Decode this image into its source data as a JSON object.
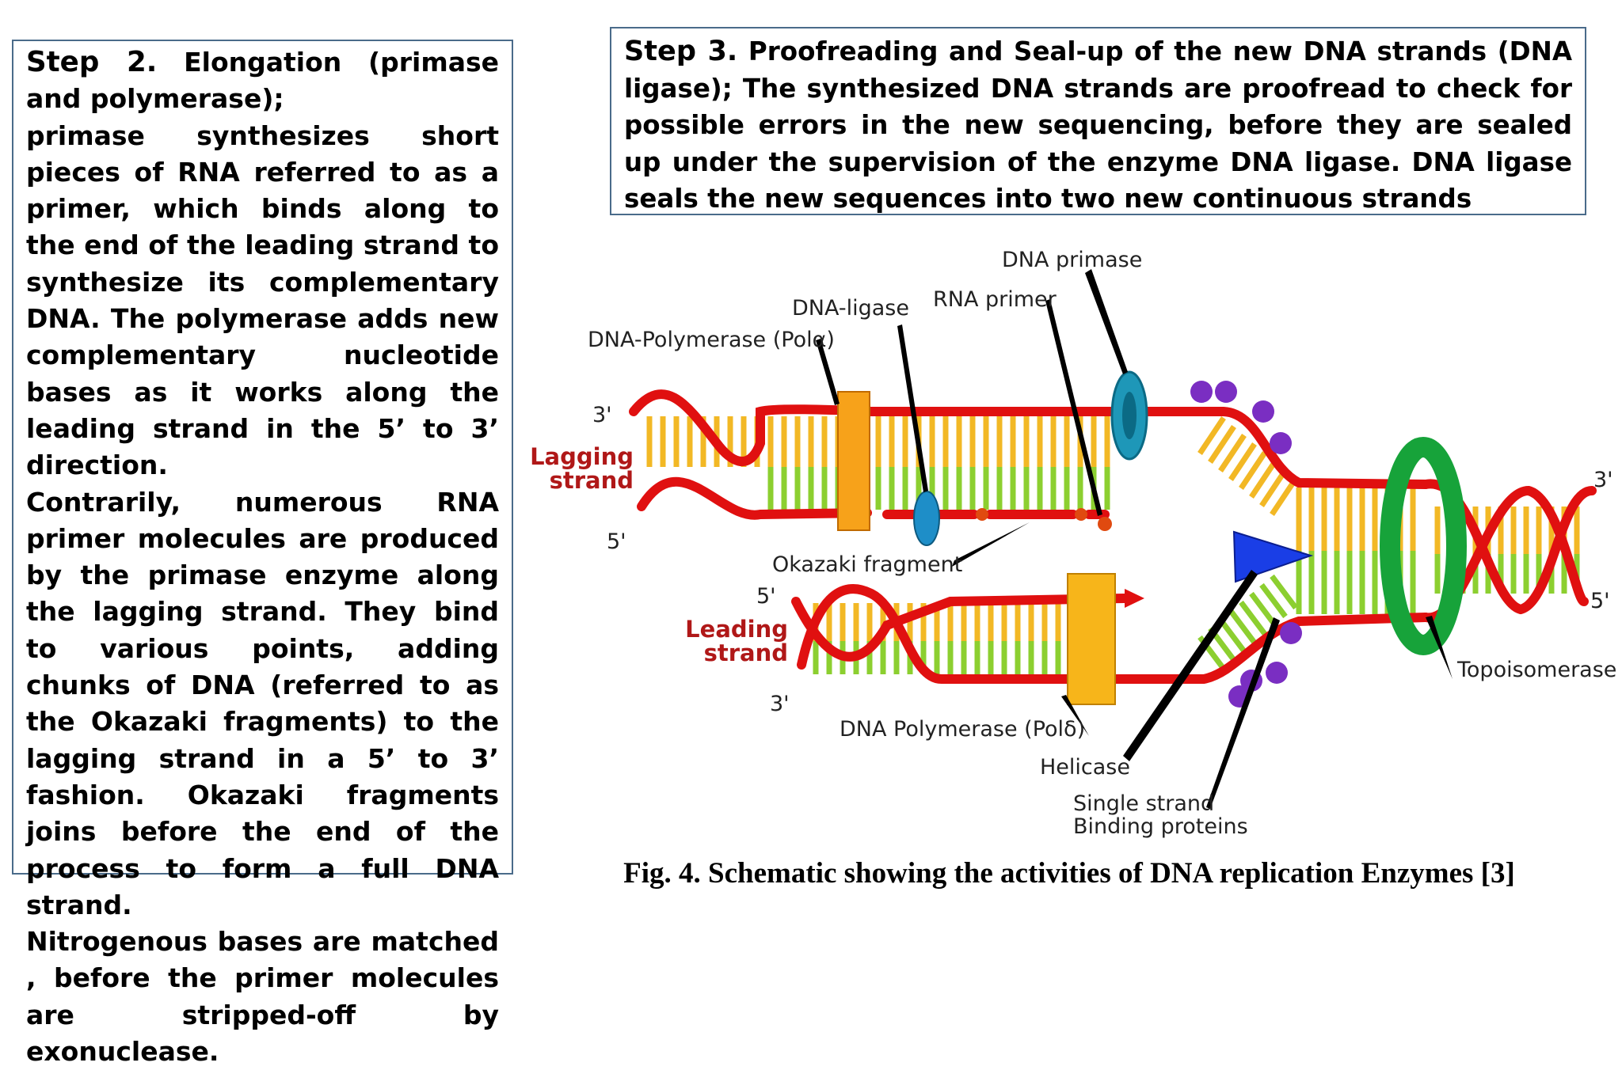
{
  "step2": {
    "heading": "Step 2.",
    "title": " Elongation (primase and polymerase);",
    "p1": "primase synthesizes short pieces of RNA referred to as a primer, which binds along to the end of the leading strand to synthesize its complementary DNA. The polymerase adds new complementary nucleotide bases as it works along the leading strand in the 5’ to 3’ direction.",
    "p2": "Contrarily, numerous RNA primer molecules are produced by the primase enzyme along the lagging strand. They bind to various points, adding chunks of DNA (referred to as the Okazaki fragments) to the lagging strand in a 5’ to 3’ fashion. Okazaki fragments joins before the end of the process to form a full DNA strand.",
    "p3": "Nitrogenous bases are matched , before the primer molecules are stripped-off by exonuclease."
  },
  "step3": {
    "heading": "Step 3.",
    "text": " Proofreading and Seal-up of the new DNA strands (DNA ligase); The synthesized DNA strands are proofread to check for possible errors in the new sequencing, before they are sealed up under the supervision of the enzyme DNA ligase. DNA ligase seals the new sequences into two new continuous strands"
  },
  "diagram": {
    "labels": {
      "dna_primase": "DNA primase",
      "dna_ligase": "DNA-ligase",
      "rna_primer": "RNA primer",
      "dna_pol_alpha": "DNA-Polymerase (Polα)",
      "okazaki": "Okazaki fragment",
      "dna_pol_delta": "DNA Polymerase (Polδ)",
      "helicase": "Helicase",
      "ssb_line1": "Single strand",
      "ssb_line2": "Binding proteins",
      "topoisomerase": "Topoisomerase",
      "lagging_line1": "Lagging",
      "lagging_line2": "strand",
      "leading_line1": "Leading",
      "leading_line2": "strand",
      "end_3_top_left": "3'",
      "end_5_top_left": "5'",
      "end_5_bottom_left": "5'",
      "end_3_bottom_left": "3'",
      "end_3_right": "3'",
      "end_5_right": "5'"
    },
    "colors": {
      "backbone": "#e01010",
      "base_yellow": "#f2b825",
      "base_green": "#8ccf30",
      "polymerase": "#f7a21a",
      "primase": "#1e97b8",
      "helicase": "#1a3ee6",
      "ssb": "#7a2ec2",
      "topoisomerase": "#17a33a"
    }
  },
  "caption": "Fig. 4. Schematic showing the activities of DNA replication Enzymes [3]"
}
